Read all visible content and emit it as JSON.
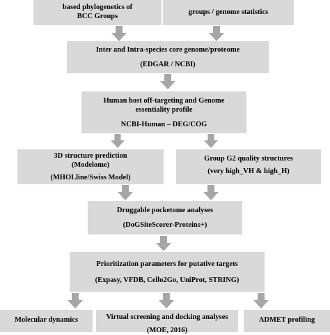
{
  "boxes": {
    "phylo": {
      "line1": "based phylogenetics of",
      "line2": "BCC Groups"
    },
    "stats": {
      "line1": "groups / genome statistics"
    },
    "core": {
      "line1": "Inter and Intra-species core genome/proteome",
      "line2": "(EDGAR / NCBI)"
    },
    "host": {
      "line1": "Human host off-targeting and Genome",
      "line2": "essentiality profile",
      "line3": "NCBI-Human – DEG/COG"
    },
    "structure": {
      "line1": "3D structure prediction",
      "line2": "(Modelome)",
      "line3": "(MHOLline/Swiss Model)"
    },
    "quality": {
      "line1": "Group G2 quality structures",
      "line2": "(very high_VH & high_H)"
    },
    "pocketome": {
      "line1": "Druggable pocketome analyses",
      "line2": "(DoGSiteScorer-Proteins+)"
    },
    "prioritization": {
      "line1": "Prioritization parameters for putative targets",
      "line2": "(Expasy, VFDB, Cello2Go, UniProt, STRING)"
    },
    "md": {
      "line1": "Molecular dynamics"
    },
    "vs": {
      "line1": "Virtual screening and docking analyses",
      "line2": "(MOE, 2016)"
    },
    "admet": {
      "line1": "ADMET profiling"
    }
  },
  "colors": {
    "box_fill": "#d9d9d9",
    "arrow_fill": "#a6a6a6"
  }
}
